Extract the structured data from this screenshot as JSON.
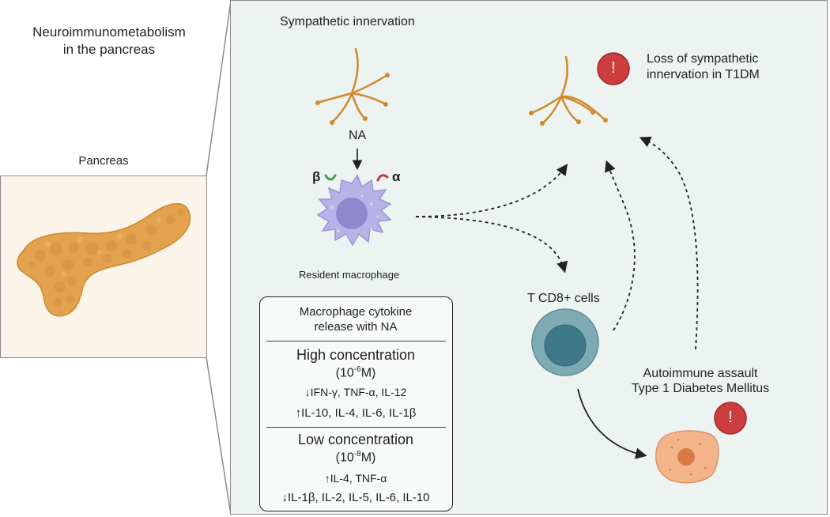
{
  "title": {
    "line1": "Neuroimmunometabolism",
    "line2": "in the pancreas"
  },
  "pancreas_label": "Pancreas",
  "sympathetic_innervation": "Sympathetic innervation",
  "na_label": "NA",
  "beta_receptor": "β",
  "alpha_receptor": "α",
  "macrophage_label": "Resident macrophage",
  "loss": {
    "line1": "Loss of sympathetic",
    "line2": "innervation in T1DM"
  },
  "alert_symbol": "!",
  "tcell_label": "T CD8+ cells",
  "autoimmune": {
    "line1": "Autoimmune assault",
    "line2": "Type 1 Diabetes Mellitus"
  },
  "cytokine_box": {
    "header_line1": "Macrophage cytokine",
    "header_line2": "release with NA",
    "high": {
      "title": "High concentration",
      "conc_base": "(10",
      "conc_exp": "-6",
      "conc_unit": "M)",
      "down_arrow": "↓",
      "down": "IFN-γ, TNF-α, IL-12",
      "up_arrow": "↑",
      "up": "IL-10, IL-4, IL-6, IL-1β"
    },
    "low": {
      "title": "Low concentration",
      "conc_base": "(10",
      "conc_exp": "-8",
      "conc_unit": "M)",
      "up_arrow": "↑",
      "up": "IL-4, TNF-α",
      "down_arrow": "↓",
      "down": "IL-1β, IL-2, IL-5, IL-6, IL-10"
    }
  },
  "colors": {
    "panel_bg": "#ecf3f1",
    "nerve": "#d08a2e",
    "macrophage": "#b7b3e6",
    "tcell_outer": "#7eaab4",
    "tcell_inner": "#3f7886",
    "alert": "#cc3d3d",
    "beta_cell": "#f3b48a",
    "pancreas": "#e3a24d"
  }
}
